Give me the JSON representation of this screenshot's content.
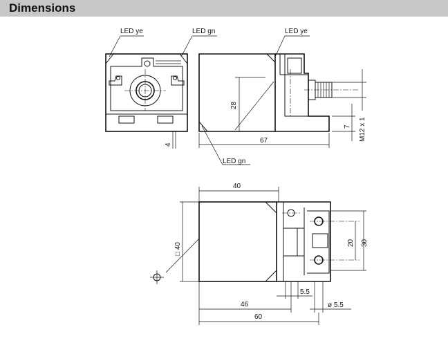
{
  "header": {
    "title": "Dimensions"
  },
  "labels": {
    "led_ye_left": "LED ye",
    "led_gn_top": "LED gn",
    "led_ye_right": "LED ye",
    "led_gn_bottom": "LED gn"
  },
  "dimensions": {
    "side_height": "28",
    "side_length": "67",
    "front_offset": "4",
    "connector_offset": "7",
    "connector_thread": "M12 x 1",
    "top_width": "40",
    "square": "□ 40",
    "hole_spacing": "20",
    "mount_height": "30",
    "slot_width": "5.5",
    "hole_diameter": "ø 5.5",
    "length_46": "46",
    "length_60": "60"
  },
  "colors": {
    "header_bg": "#c8c8c8",
    "line": "#111111"
  }
}
